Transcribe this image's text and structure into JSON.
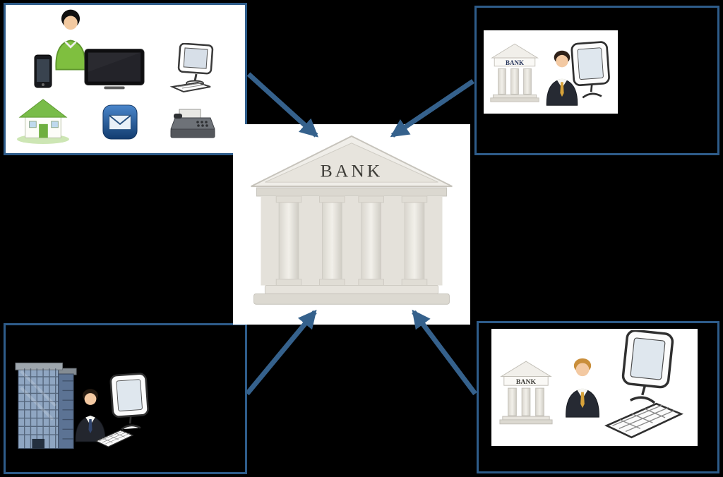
{
  "diagram": {
    "description": "Bank electronic-banking channels diagram",
    "center_bank_label": "BANK"
  },
  "colors": {
    "background": "#000000",
    "box_border": "#2E5C8A",
    "arrow": "#35618C",
    "top_left_box_background": "#FFFFFF",
    "dark_box_background": "#000000",
    "bank_building_light": "#F0EEE9",
    "bank_building_shadow": "#D8D5CD"
  },
  "boxes": {
    "top_left": {
      "name": "customer-devices",
      "icons": [
        "person-icon",
        "mobile-phone-icon",
        "tv-icon",
        "desktop-computer-icon",
        "house-icon",
        "email-icon",
        "fax-icon"
      ]
    },
    "top_right": {
      "name": "branch-banking",
      "bank_label": "BANK",
      "icons": [
        "bank-building-icon",
        "businessman-icon",
        "monitor-icon"
      ]
    },
    "bottom_left": {
      "name": "corporate-banking",
      "icons": [
        "office-building-icon",
        "businessman-icon",
        "monitor-icon",
        "keyboard-icon"
      ]
    },
    "bottom_right": {
      "name": "branch-terminal",
      "bank_label": "BANK",
      "icons": [
        "bank-building-icon",
        "businessman-icon",
        "monitor-icon",
        "keyboard-icon"
      ]
    }
  },
  "arrows": [
    {
      "name": "arrow-from-top-left",
      "direction": "to-center"
    },
    {
      "name": "arrow-from-top-right",
      "direction": "to-center"
    },
    {
      "name": "arrow-from-bottom-left",
      "direction": "to-center"
    },
    {
      "name": "arrow-from-bottom-right",
      "direction": "to-center"
    }
  ]
}
